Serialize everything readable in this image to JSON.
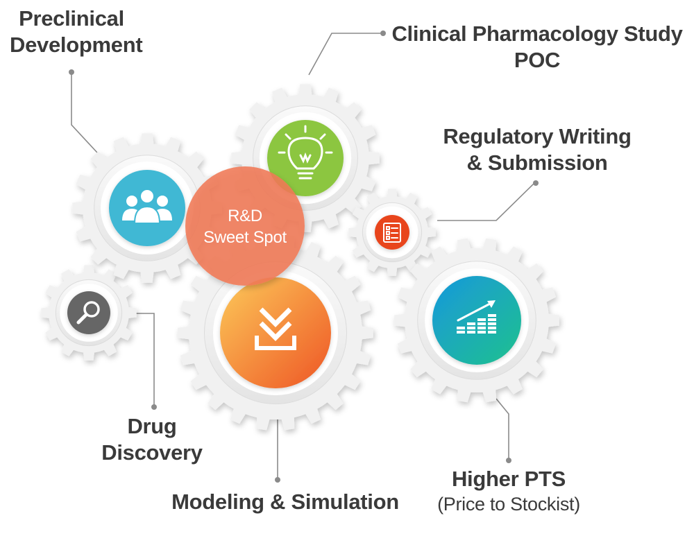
{
  "hub": {
    "line1": "R&D",
    "line2": "Sweet Spot",
    "color": "#f07a55"
  },
  "labels": {
    "preclinical": [
      "Preclinical",
      "Development"
    ],
    "clinical": [
      "Clinical Pharmacology Study",
      "POC"
    ],
    "regulatory": [
      "Regulatory Writing",
      "& Submission"
    ],
    "drug_discovery": [
      "Drug",
      "Discovery"
    ],
    "modeling": "Modeling & Simulation",
    "higher_pts": "Higher PTS",
    "higher_pts_sub": "(Price to Stockist)"
  },
  "gears": {
    "preclinical": {
      "icon": "people-icon",
      "color": "#3fb8d4"
    },
    "clinical": {
      "icon": "lightbulb-icon",
      "color": "#8cc63f"
    },
    "regulatory": {
      "icon": "checklist-icon",
      "color": "#e8451f"
    },
    "drug_discovery": {
      "icon": "magnifier-icon",
      "color": "#666666"
    },
    "modeling": {
      "icon": "download-chevrons-icon",
      "color_start": "#fbc457",
      "color_end": "#f0602a"
    },
    "higher_pts": {
      "icon": "growth-chart-icon",
      "color_start": "#17a0d8",
      "color_end": "#1fbf94"
    }
  },
  "palette": {
    "gear_fill": "#f1f1f1",
    "text": "#3a3a3a",
    "connector": "#8a8a8a"
  }
}
